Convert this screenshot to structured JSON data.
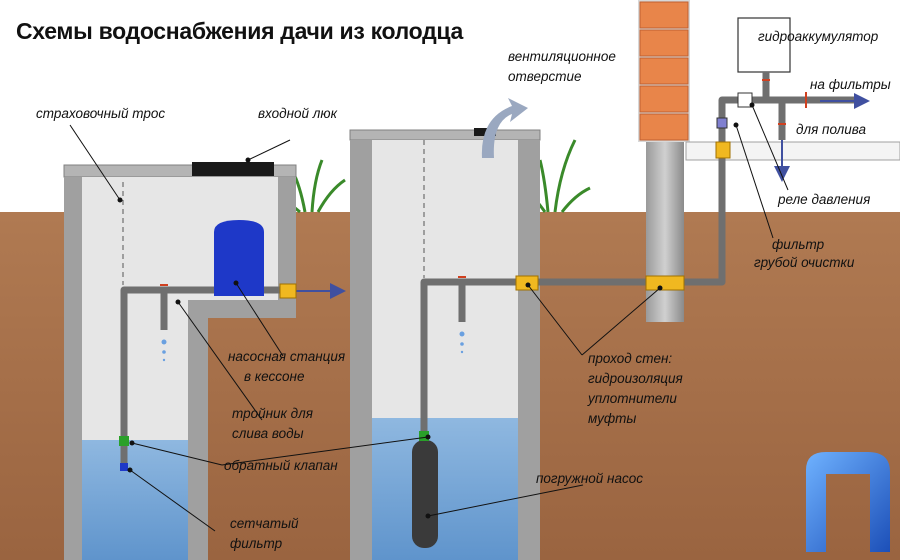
{
  "title": "Схемы водоснабжения дачи из колодца",
  "labels": {
    "safety_rope": "страховочный трос",
    "entry_hatch": "входной люк",
    "vent_line1": "вентиляционное",
    "vent_line2": "отверстие",
    "accumulator": "гидроаккумулятор",
    "to_filters": "на фильтры",
    "for_watering": "для полива",
    "pressure_relay": "реле давления",
    "coarse_filter_line1": "фильтр",
    "coarse_filter_line2": "грубой очистки",
    "pump_station_line1": "насосная станция",
    "pump_station_line2": "в кессоне",
    "wall_pass_line1": "проход стен:",
    "wall_pass_line2": "гидроизоляция",
    "wall_pass_line3": "уплотнители",
    "wall_pass_line4": "муфты",
    "drain_tee_line1": "тройник для",
    "drain_tee_line2": "слива воды",
    "check_valve": "обратный клапан",
    "submersible_pump": "погружной насос",
    "mesh_filter_line1": "сетчатый",
    "mesh_filter_line2": "фильтр"
  },
  "colors": {
    "soil": "#a8704a",
    "concrete": "#9c9c9c",
    "well_inner": "#e8e8e8",
    "water": "#7aaad8",
    "pipe": "#7a7a7a",
    "pump_station": "#1e38c8",
    "brick": "#e8854a",
    "coupling": "#f0b820",
    "logo": "#2a6fd0"
  },
  "icons": [
    "vent-arrow-icon",
    "flow-arrow-icon",
    "logo-icon",
    "grass-icon"
  ]
}
